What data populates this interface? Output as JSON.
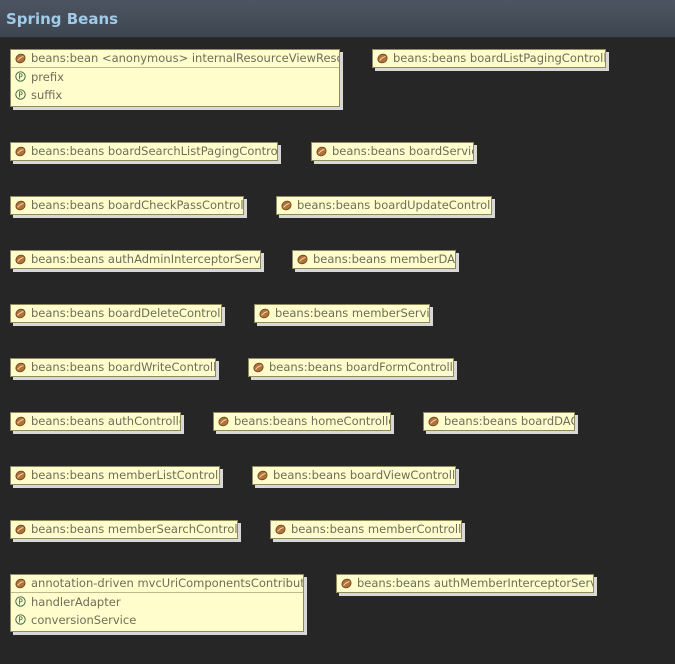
{
  "header": {
    "title": "Spring Beans"
  },
  "beans": [
    {
      "label": "beans:bean <anonymous> internalResourceViewResolver",
      "props": [
        "prefix",
        "suffix"
      ]
    },
    {
      "label": "beans:beans boardListPagingController",
      "props": []
    },
    {
      "label": "beans:beans boardSearchListPagingController",
      "props": []
    },
    {
      "label": "beans:beans boardService",
      "props": []
    },
    {
      "label": "beans:beans boardCheckPassController",
      "props": []
    },
    {
      "label": "beans:beans boardUpdateController",
      "props": []
    },
    {
      "label": "beans:beans authAdminInterceptorService",
      "props": []
    },
    {
      "label": "beans:beans memberDAO",
      "props": []
    },
    {
      "label": "beans:beans boardDeleteController",
      "props": []
    },
    {
      "label": "beans:beans memberService",
      "props": []
    },
    {
      "label": "beans:beans boardWriteController",
      "props": []
    },
    {
      "label": "beans:beans boardFormController",
      "props": []
    },
    {
      "label": "beans:beans authController",
      "props": []
    },
    {
      "label": "beans:beans homeController",
      "props": []
    },
    {
      "label": "beans:beans boardDAO",
      "props": []
    },
    {
      "label": "beans:beans memberListController",
      "props": []
    },
    {
      "label": "beans:beans boardViewController",
      "props": []
    },
    {
      "label": "beans:beans memberSearchController",
      "props": []
    },
    {
      "label": "beans:beans memberController",
      "props": []
    },
    {
      "label": "annotation-driven mvcUriComponentsContributor",
      "props": [
        "handlerAdapter",
        "conversionService"
      ]
    },
    {
      "label": "beans:beans authMemberInterceptorService",
      "props": []
    }
  ]
}
